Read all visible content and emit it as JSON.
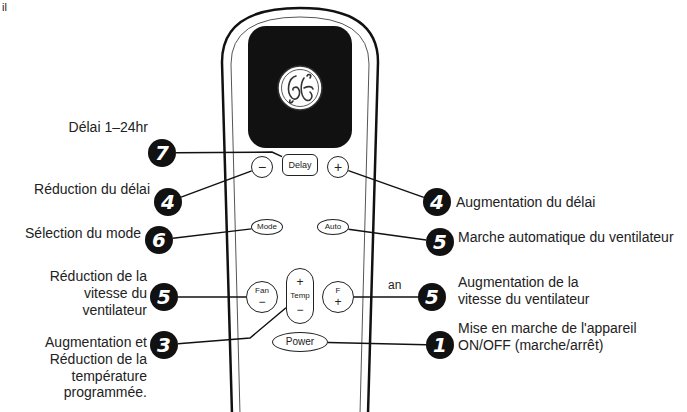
{
  "diagram": {
    "nodes": [
      {
        "text": [
          "7"
        ]
      },
      {
        "text": [
          "Delay"
        ]
      },
      {
        "text": [
          "4"
        ]
      },
      {
        "text": [
          "−"
        ]
      },
      {
        "text": [
          "+"
        ]
      },
      {
        "text": [
          "4"
        ]
      },
      {
        "text": [
          "6"
        ]
      },
      {
        "text": [
          "Mode"
        ]
      },
      {
        "text": [
          "Auto"
        ]
      },
      {
        "text": [
          "5"
        ]
      },
      {
        "text": [
          "+",
          "Temp",
          "−"
        ]
      },
      {
        "text": [
          "5"
        ]
      },
      {
        "text": [
          "Fan",
          "−"
        ]
      },
      {
        "text": [
          "F",
          "+"
        ]
      },
      {
        "text": [
          "5"
        ]
      },
      {
        "text": [
          "3"
        ]
      },
      {
        "text": [
          "Power"
        ]
      },
      {
        "text": [
          "1"
        ]
      }
    ],
    "edges": [
      {
        "from": 0,
        "to": 1,
        "arrow": "none"
      },
      {
        "from": 2,
        "to": 3,
        "arrow": "none"
      },
      {
        "from": 5,
        "to": 4,
        "arrow": "none"
      },
      {
        "from": 6,
        "to": 7,
        "arrow": "none"
      },
      {
        "from": 9,
        "to": 8,
        "arrow": "none"
      },
      {
        "from": 11,
        "to": 12,
        "arrow": "none"
      },
      {
        "from": 14,
        "to": 13,
        "arrow": "none"
      },
      {
        "from": 15,
        "to": 10,
        "arrow": "none"
      },
      {
        "from": 17,
        "to": 16,
        "arrow": "none"
      }
    ],
    "labels": [
      "il",
      "Délai 1–24hr",
      "Réduction du délai",
      "Augmentation du délai",
      "Sélection du mode",
      "Marche automatique du ventilateur",
      "Réduction de la vitesse du ventilateur",
      "an",
      "Augmentation de la vitesse du ventilateur",
      "Augmentation et Réduction de la température programmée.",
      "Mise en marche de l'appareil ON/OFF (marche/arrêt)"
    ]
  }
}
